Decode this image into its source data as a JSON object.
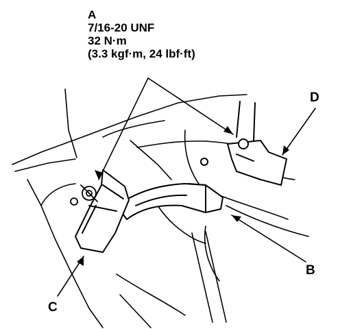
{
  "callout_a": {
    "letter": "A",
    "thread": "7/16-20 UNF",
    "torque_nm": "32 N·m",
    "torque_alt": "(3.3 kgf·m, 24 lbf·ft)"
  },
  "labels": {
    "b": "B",
    "c": "C",
    "d": "D"
  }
}
